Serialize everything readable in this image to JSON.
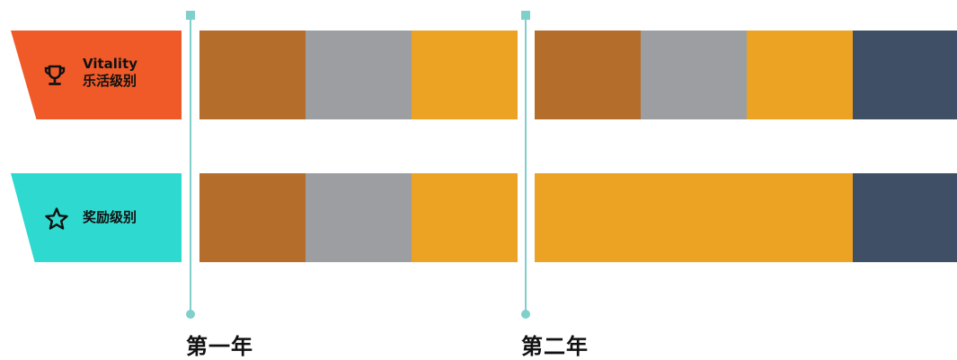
{
  "rows": [
    {
      "id": "vitality",
      "title_en": "Vitality",
      "title_zh": "乐活级别",
      "icon": "trophy-icon",
      "color": "#f05a28"
    },
    {
      "id": "reward",
      "title_en": "",
      "title_zh": "奖励级别",
      "icon": "star-icon",
      "color": "#2ed9cf"
    }
  ],
  "years": [
    "第一年",
    "第二年"
  ],
  "level_colors": {
    "bronze": "#b46d2a",
    "silver": "#9d9ea2",
    "gold": "#eca222",
    "platinum": "#3f4f65"
  },
  "segments": {
    "vitality_year1": [
      "bronze",
      "silver",
      "gold"
    ],
    "vitality_year2": [
      "bronze",
      "silver",
      "gold",
      "platinum"
    ],
    "reward_year1": [
      "bronze",
      "silver",
      "gold"
    ],
    "reward_year2": [
      "gold",
      "gold",
      "gold",
      "platinum"
    ]
  },
  "timeline_color": "#7fcfcb"
}
